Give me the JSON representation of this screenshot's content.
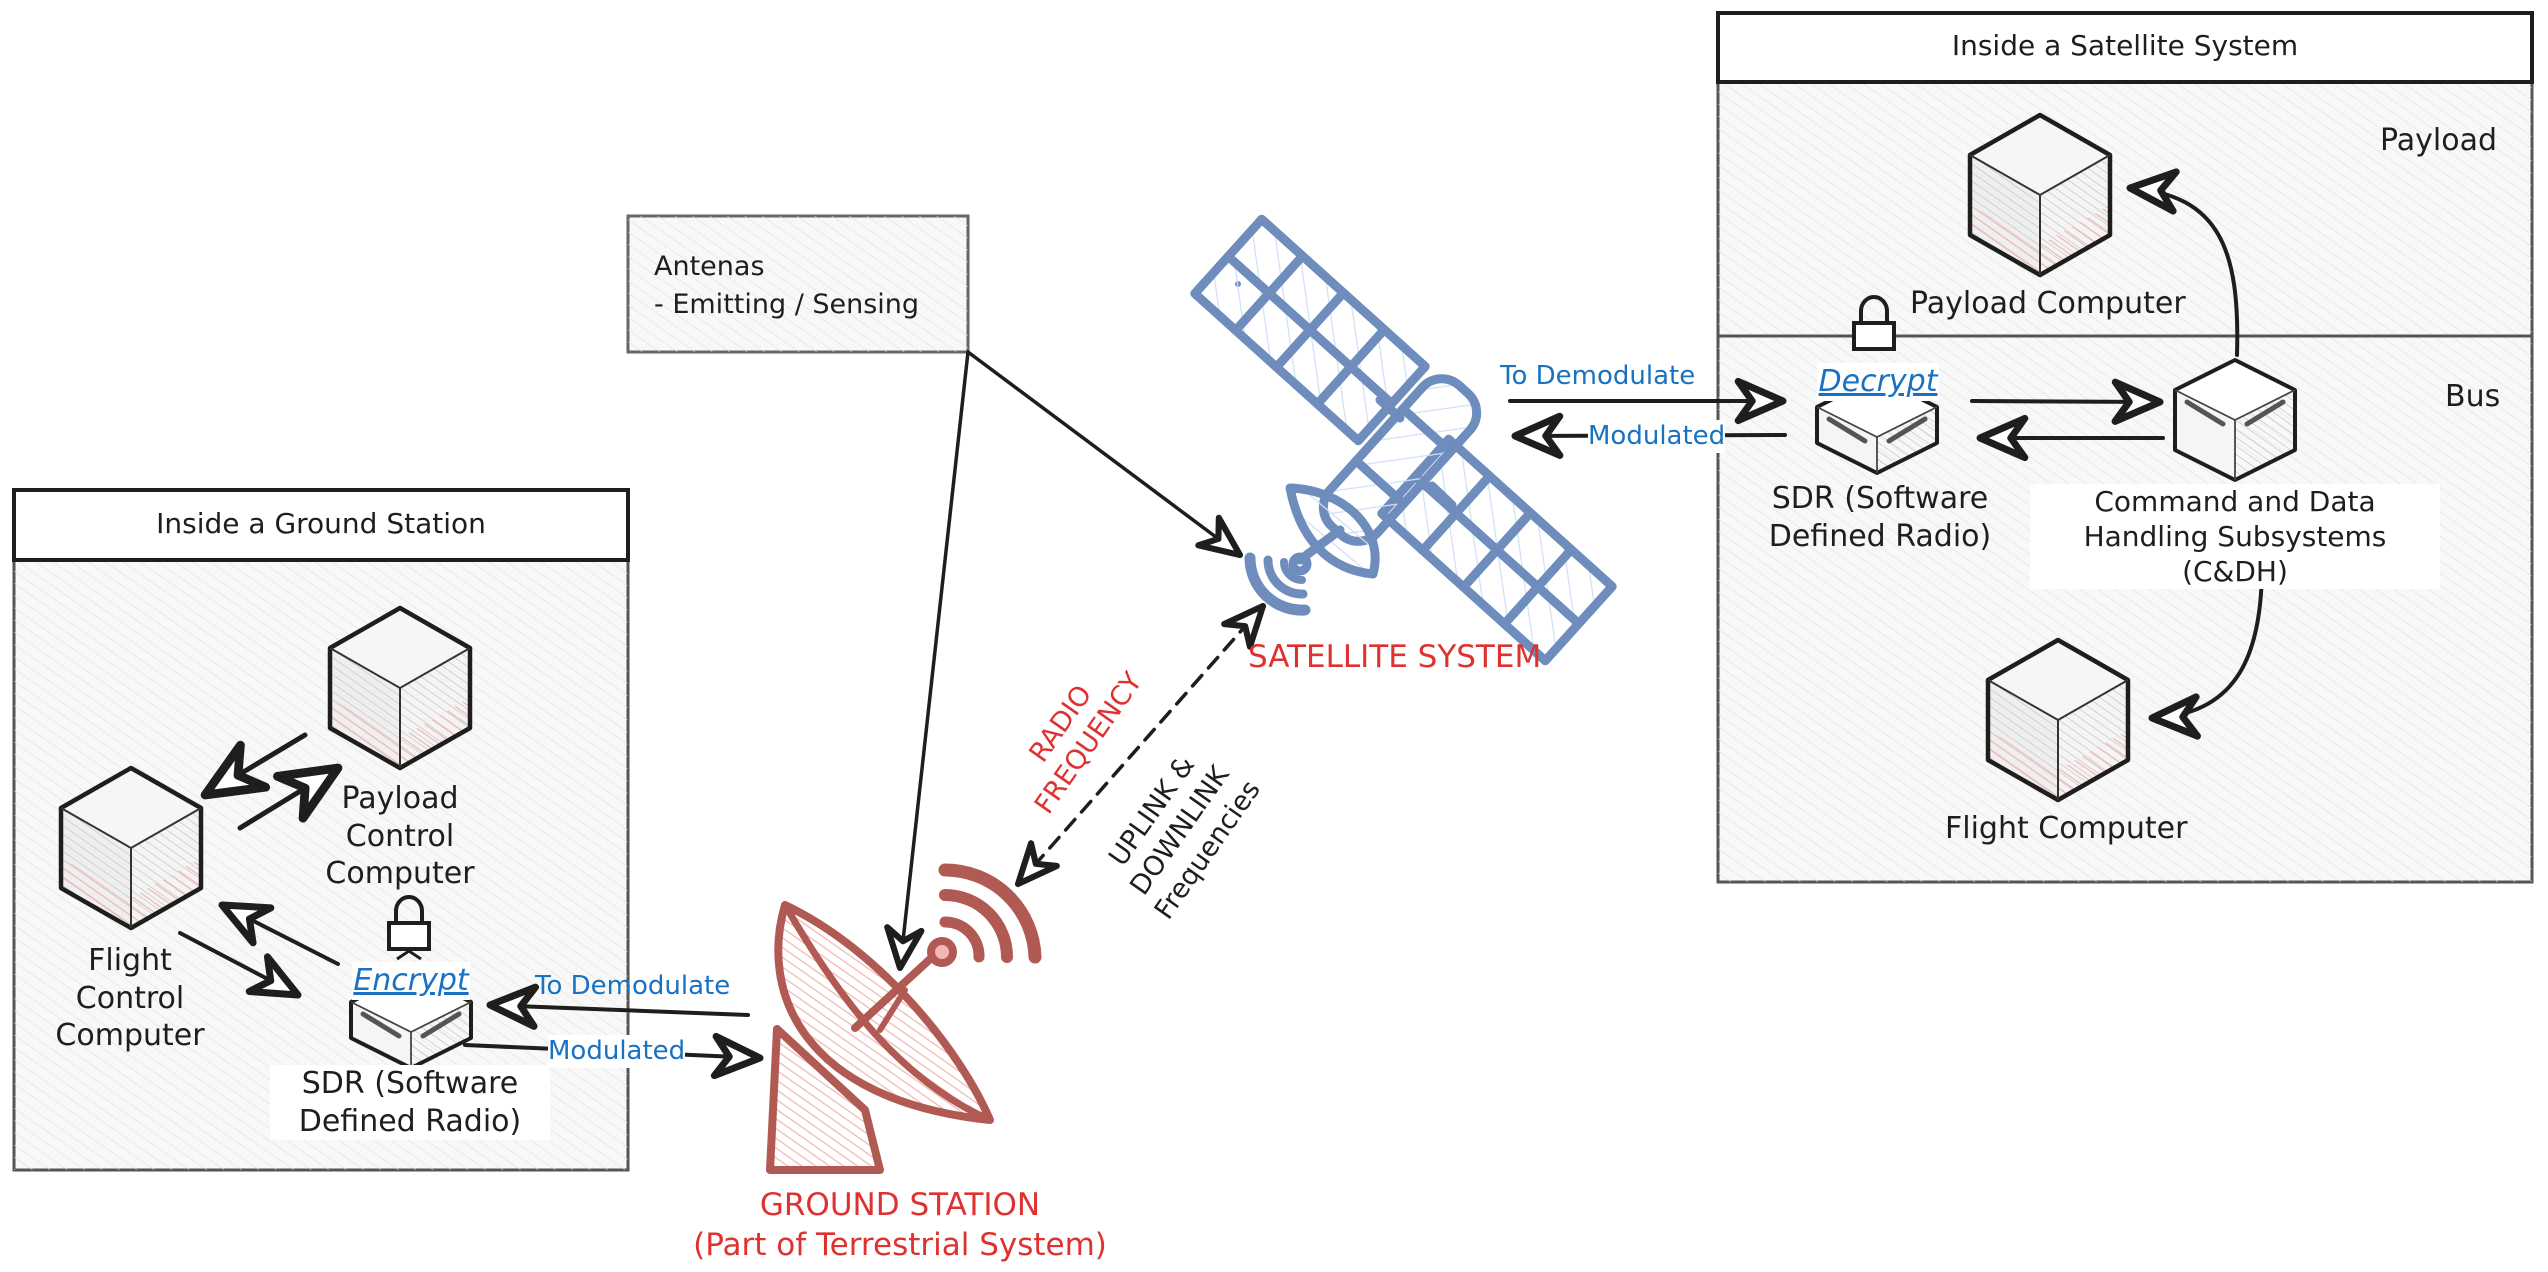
{
  "diagram": {
    "ground_panel": {
      "title": "Inside a Ground Station",
      "payload_control_computer": "Payload\nControl\nComputer",
      "flight_control_computer": "Flight\nControl\nComputer",
      "sdr_label": "SDR (Software\nDefined Radio)",
      "encrypt_label": "Encrypt",
      "to_demodulate": "To Demodulate",
      "modulated": "Modulated"
    },
    "satellite_panel": {
      "title": "Inside a Satellite System",
      "payload_section": "Payload",
      "bus_section": "Bus",
      "payload_computer": "Payload Computer",
      "decrypt_label": "Decrypt",
      "sdr_label": "SDR (Software\nDefined Radio)",
      "cdh_label": "Command and Data\nHandling Subsystems (C&DH)",
      "flight_computer": "Flight Computer",
      "to_demodulate": "To Demodulate",
      "modulated": "Modulated"
    },
    "antennas_note": {
      "line1": "Antenas",
      "line2": "- Emitting / Sensing"
    },
    "satellite_system_label": "SATELLITE SYSTEM",
    "ground_station_label": "GROUND STATION",
    "ground_station_sublabel": "(Part of Terrestrial System)",
    "radio_frequency_label": "RADIO\nFREQUENCY",
    "uplink_label": "UPLINK &\nDOWNLINK\nFrequencies",
    "icons": {
      "satellite": "satellite-icon",
      "ground_dish": "satellite-dish-icon",
      "server_cube": "server-cube-icon",
      "lock": "lock-icon"
    },
    "colors": {
      "stroke": "#1e1e1e",
      "satellite_blue": "#6e8dbd",
      "dish_red": "#b05a53",
      "label_red": "#e03131",
      "label_blue": "#1971c2",
      "hatch_red": "#ff8787"
    }
  }
}
